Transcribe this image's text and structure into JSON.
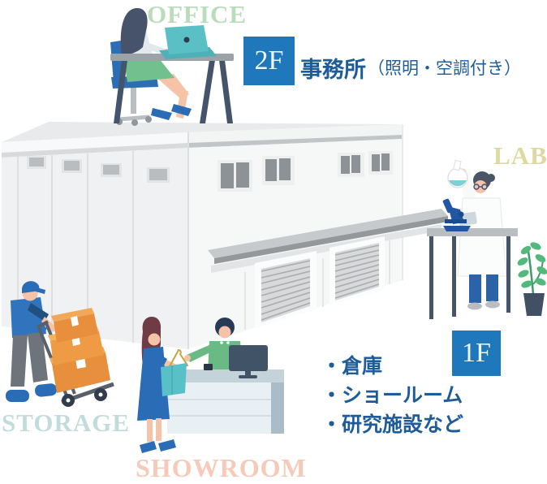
{
  "labels": {
    "office": "OFFICE",
    "lab": "LAB",
    "storage": "STORAGE",
    "showroom": "SHOWROOM"
  },
  "callouts": {
    "floor2": {
      "badge": "2F",
      "title": "事務所",
      "note": "（照明・空調付き）"
    },
    "floor1": {
      "badge": "1F",
      "items": [
        "・倉庫",
        "・ショールーム",
        "・研究施設など"
      ]
    }
  },
  "colors": {
    "badge_blue": "#1f78bc",
    "callout_text_blue": "#1e5c99",
    "office_label_green": "#b9dcba",
    "lab_label_khaki": "#ded9a1",
    "storage_label_cyan": "#c3dcdb",
    "showroom_label_pink": "#f5cab9",
    "figure_blue": "#2a6cb5",
    "box_orange": "#e78f3c",
    "teal_accent": "#58c1c8",
    "green_accent": "#69bb83",
    "building_white": "#f4f5f5"
  },
  "illustration": {
    "scenes": [
      "office-worker-at-desk",
      "warehouse-building",
      "lab-scientist",
      "storage-worker-hand-truck",
      "showroom-counter"
    ]
  }
}
